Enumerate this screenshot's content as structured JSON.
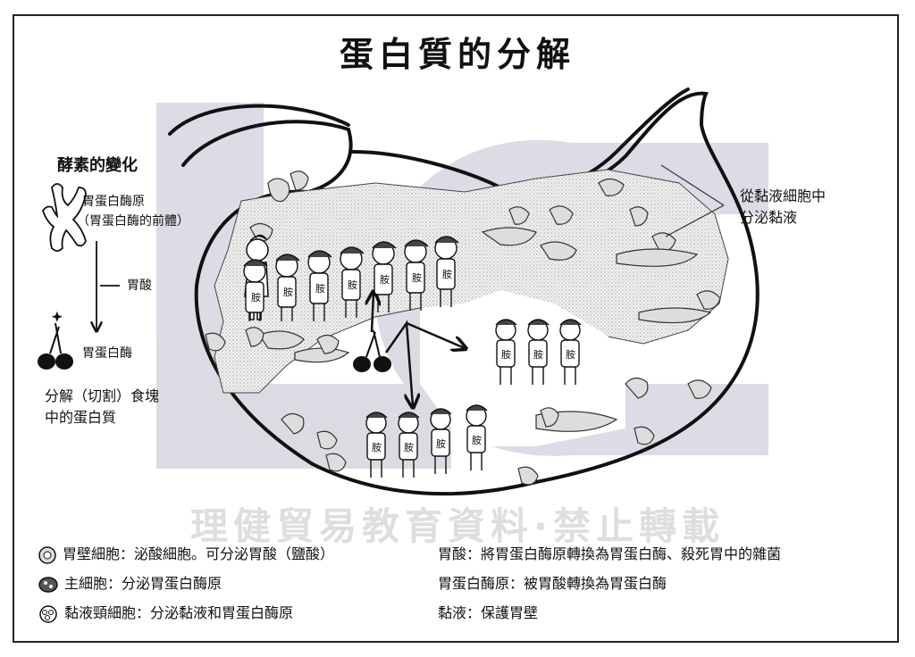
{
  "title": "蛋白質的分解",
  "watermark": "理健貿易教育資料·禁止轉載",
  "enzyme": {
    "heading": "酵素的變化",
    "pepsinogen": "胃蛋白酶原",
    "pepsinogen_note": "（胃蛋白酶的前體）",
    "acid": "胃酸",
    "pepsin": "胃蛋白酶",
    "function_line1": "分解（切割）食塊",
    "function_line2": "中的蛋白質"
  },
  "mucus_note_line1": "從黏液細胞中",
  "mucus_note_line2": "分泌黏液",
  "amino_label": "胺",
  "legend": {
    "left": [
      {
        "icon": "parietal-cell-icon",
        "text": "胃壁細胞：泌酸細胞。可分泌胃酸（鹽酸）"
      },
      {
        "icon": "chief-cell-icon",
        "text": "主細胞：分泌胃蛋白酶原"
      },
      {
        "icon": "mucous-neck-cell-icon",
        "text": "黏液頸細胞：分泌黏液和胃蛋白酶原"
      }
    ],
    "right": [
      {
        "text": "胃酸：將胃蛋白酶原轉換為胃蛋白酶、殺死胃中的雜菌"
      },
      {
        "text": "胃蛋白酶原：被胃酸轉換為胃蛋白酶"
      },
      {
        "text": "黏液：保護胃壁"
      }
    ]
  }
}
